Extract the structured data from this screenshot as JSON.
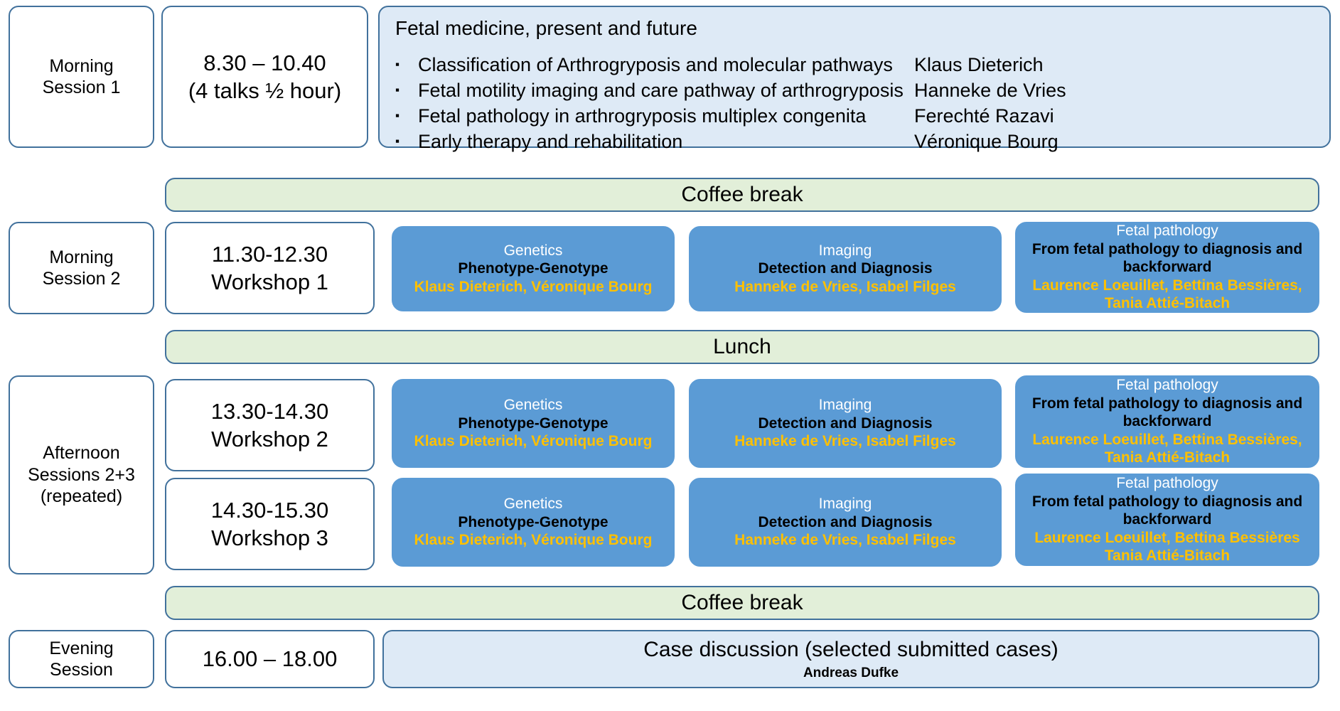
{
  "meta": {
    "colors": {
      "box_border": "#41719C",
      "workshop_fill": "#5B9BD5",
      "session_fill": "#DEEAF6",
      "break_fill": "#E2EFD9",
      "speaker_text": "#FFC000",
      "topic_text": "#FFFFFF"
    }
  },
  "rows": {
    "morning1": {
      "session_line1": "Morning",
      "session_line2": "Session 1",
      "time_line1": "8.30 – 10.40",
      "time_line2": "(4 talks ½ hour)",
      "title": "Fetal medicine, present and future",
      "bullet_glyph": "▪",
      "talks": [
        "Classification of Arthrogryposis and molecular pathways",
        "Fetal motility imaging and care pathway of arthrogryposis",
        "Fetal pathology in arthrogryposis multiplex congenita",
        "Early therapy and rehabilitation"
      ],
      "speakers": [
        "Klaus Dieterich",
        "Hanneke de Vries",
        "Ferechté Razavi",
        "Véronique Bourg"
      ]
    },
    "break1": {
      "label": "Coffee break"
    },
    "morning2": {
      "session_line1": "Morning",
      "session_line2": "Session 2",
      "time_line1": "11.30-12.30",
      "time_line2": "Workshop 1",
      "workshops": [
        {
          "topic": "Genetics",
          "subject": "Phenotype-Genotype",
          "people": [
            "Klaus Dieterich, Véronique Bourg"
          ]
        },
        {
          "topic": "Imaging",
          "subject": "Detection and Diagnosis",
          "people": [
            "Hanneke de Vries, Isabel Filges"
          ]
        },
        {
          "topic": "Fetal pathology",
          "subject": "From fetal pathology to diagnosis and backforward",
          "people": [
            "Laurence Loeuillet, Bettina Bessières,",
            "Tania Attié-Bitach"
          ]
        }
      ]
    },
    "break2": {
      "label": "Lunch"
    },
    "afternoon": {
      "session_line1": "Afternoon",
      "session_line2": "Sessions 2+3",
      "session_line3": "(repeated)",
      "slots": [
        {
          "time_line1": "13.30-14.30",
          "time_line2": "Workshop 2",
          "workshops": [
            {
              "topic": "Genetics",
              "subject": "Phenotype-Genotype",
              "people": [
                "Klaus Dieterich, Véronique Bourg"
              ]
            },
            {
              "topic": "Imaging",
              "subject": "Detection and Diagnosis",
              "people": [
                "Hanneke de Vries, Isabel Filges"
              ]
            },
            {
              "topic": "Fetal pathology",
              "subject": "From fetal pathology to diagnosis and backforward",
              "people": [
                "Laurence Loeuillet, Bettina Bessières,",
                "Tania Attié-Bitach"
              ]
            }
          ]
        },
        {
          "time_line1": "14.30-15.30",
          "time_line2": "Workshop 3",
          "workshops": [
            {
              "topic": "Genetics",
              "subject": "Phenotype-Genotype",
              "people": [
                "Klaus Dieterich, Véronique Bourg"
              ]
            },
            {
              "topic": "Imaging",
              "subject": "Detection and Diagnosis",
              "people": [
                "Hanneke de Vries, Isabel Filges"
              ]
            },
            {
              "topic": "Fetal pathology",
              "subject": "From fetal pathology to diagnosis and backforward",
              "people": [
                "Laurence Loeuillet, Bettina Bessières",
                "Tania Attié-Bitach"
              ]
            }
          ]
        }
      ]
    },
    "break3": {
      "label": "Coffee break"
    },
    "evening": {
      "session_line1": "Evening",
      "session_line2": "Session",
      "time_line1": "16.00 – 18.00",
      "title": "Case discussion (selected submitted cases)",
      "person": "Andreas Dufke"
    }
  }
}
